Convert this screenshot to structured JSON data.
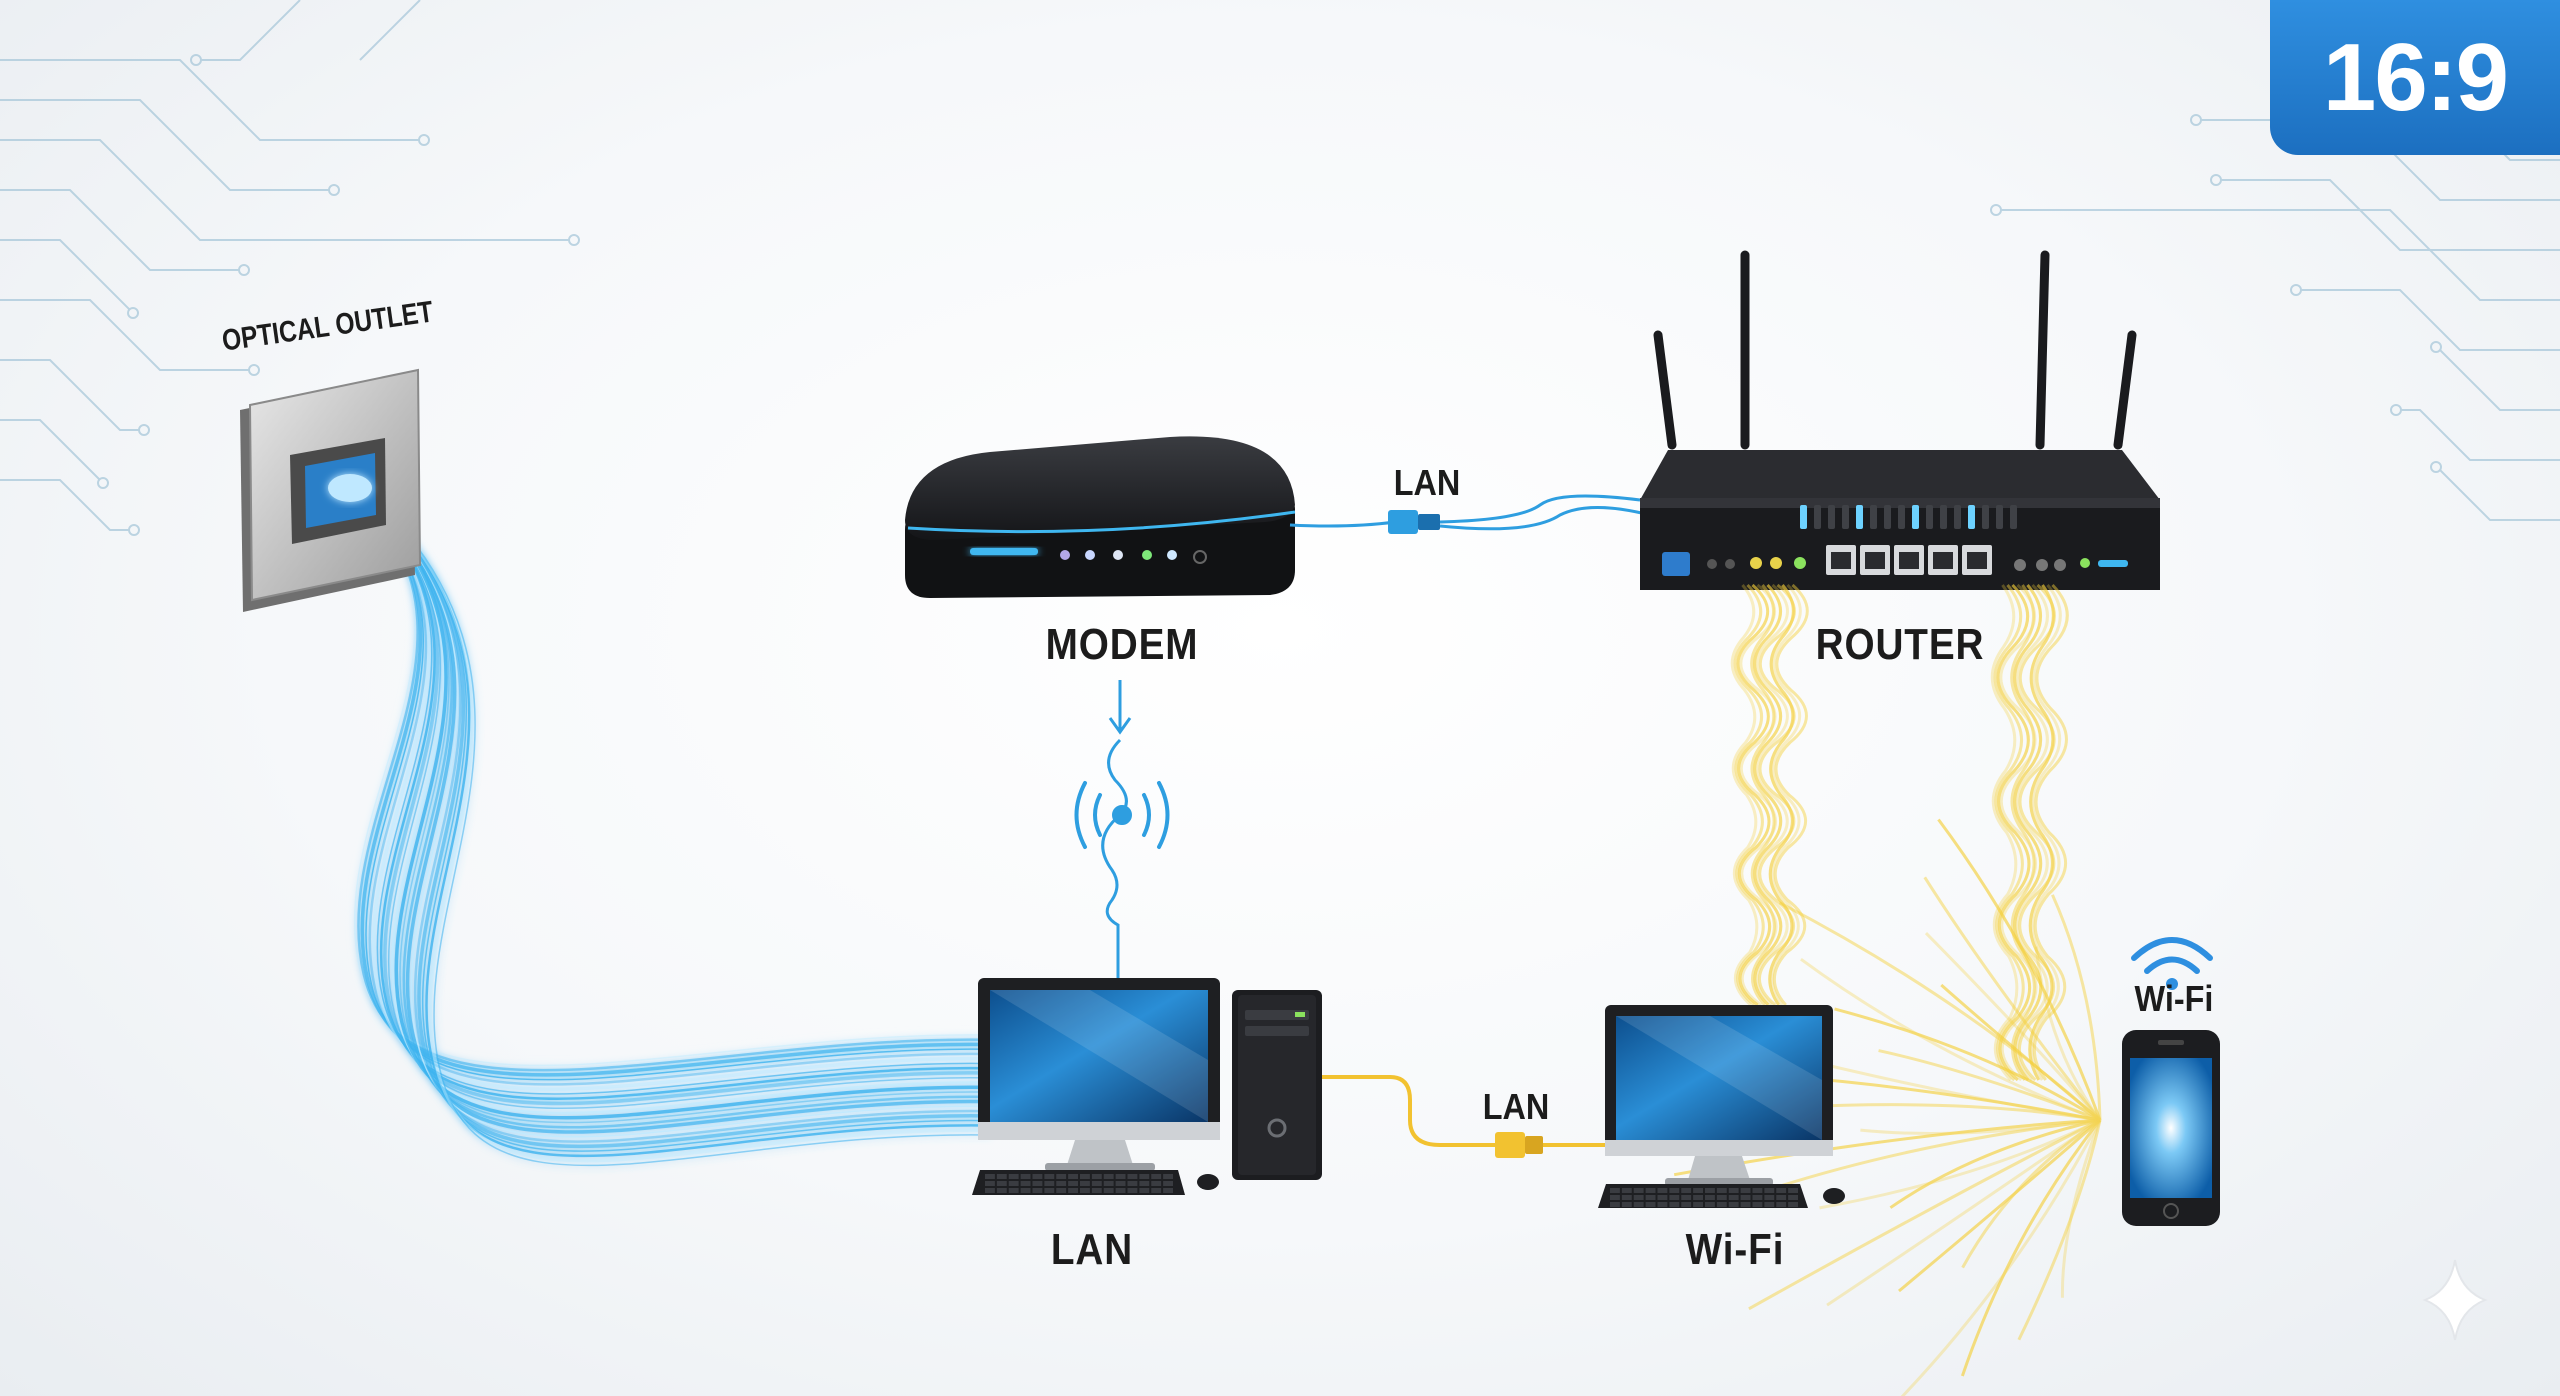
{
  "badge": {
    "ratio": "16:9"
  },
  "labels": {
    "optical_outlet": "OPTICAL OUTLET",
    "modem": "MODEM",
    "router": "ROUTER",
    "lan_modem_router": "LAN",
    "lan_desktop": "LAN",
    "lan_cable_mid": "LAN",
    "wifi_computer": "Wi-Fi",
    "wifi_phone": "Wi-Fi"
  },
  "colors": {
    "fiber": "#3db4ef",
    "wifi_wave": "#f4cf3a",
    "lan_cable": "#f2c230",
    "badge": "#2680d6",
    "device_dark": "#1e1f22"
  },
  "icons": [
    "optical-outlet-icon",
    "modem-icon",
    "router-icon",
    "desktop-computer-icon",
    "monitor-icon",
    "smartphone-icon",
    "wifi-icon",
    "signal-icon",
    "sparkle-icon"
  ]
}
